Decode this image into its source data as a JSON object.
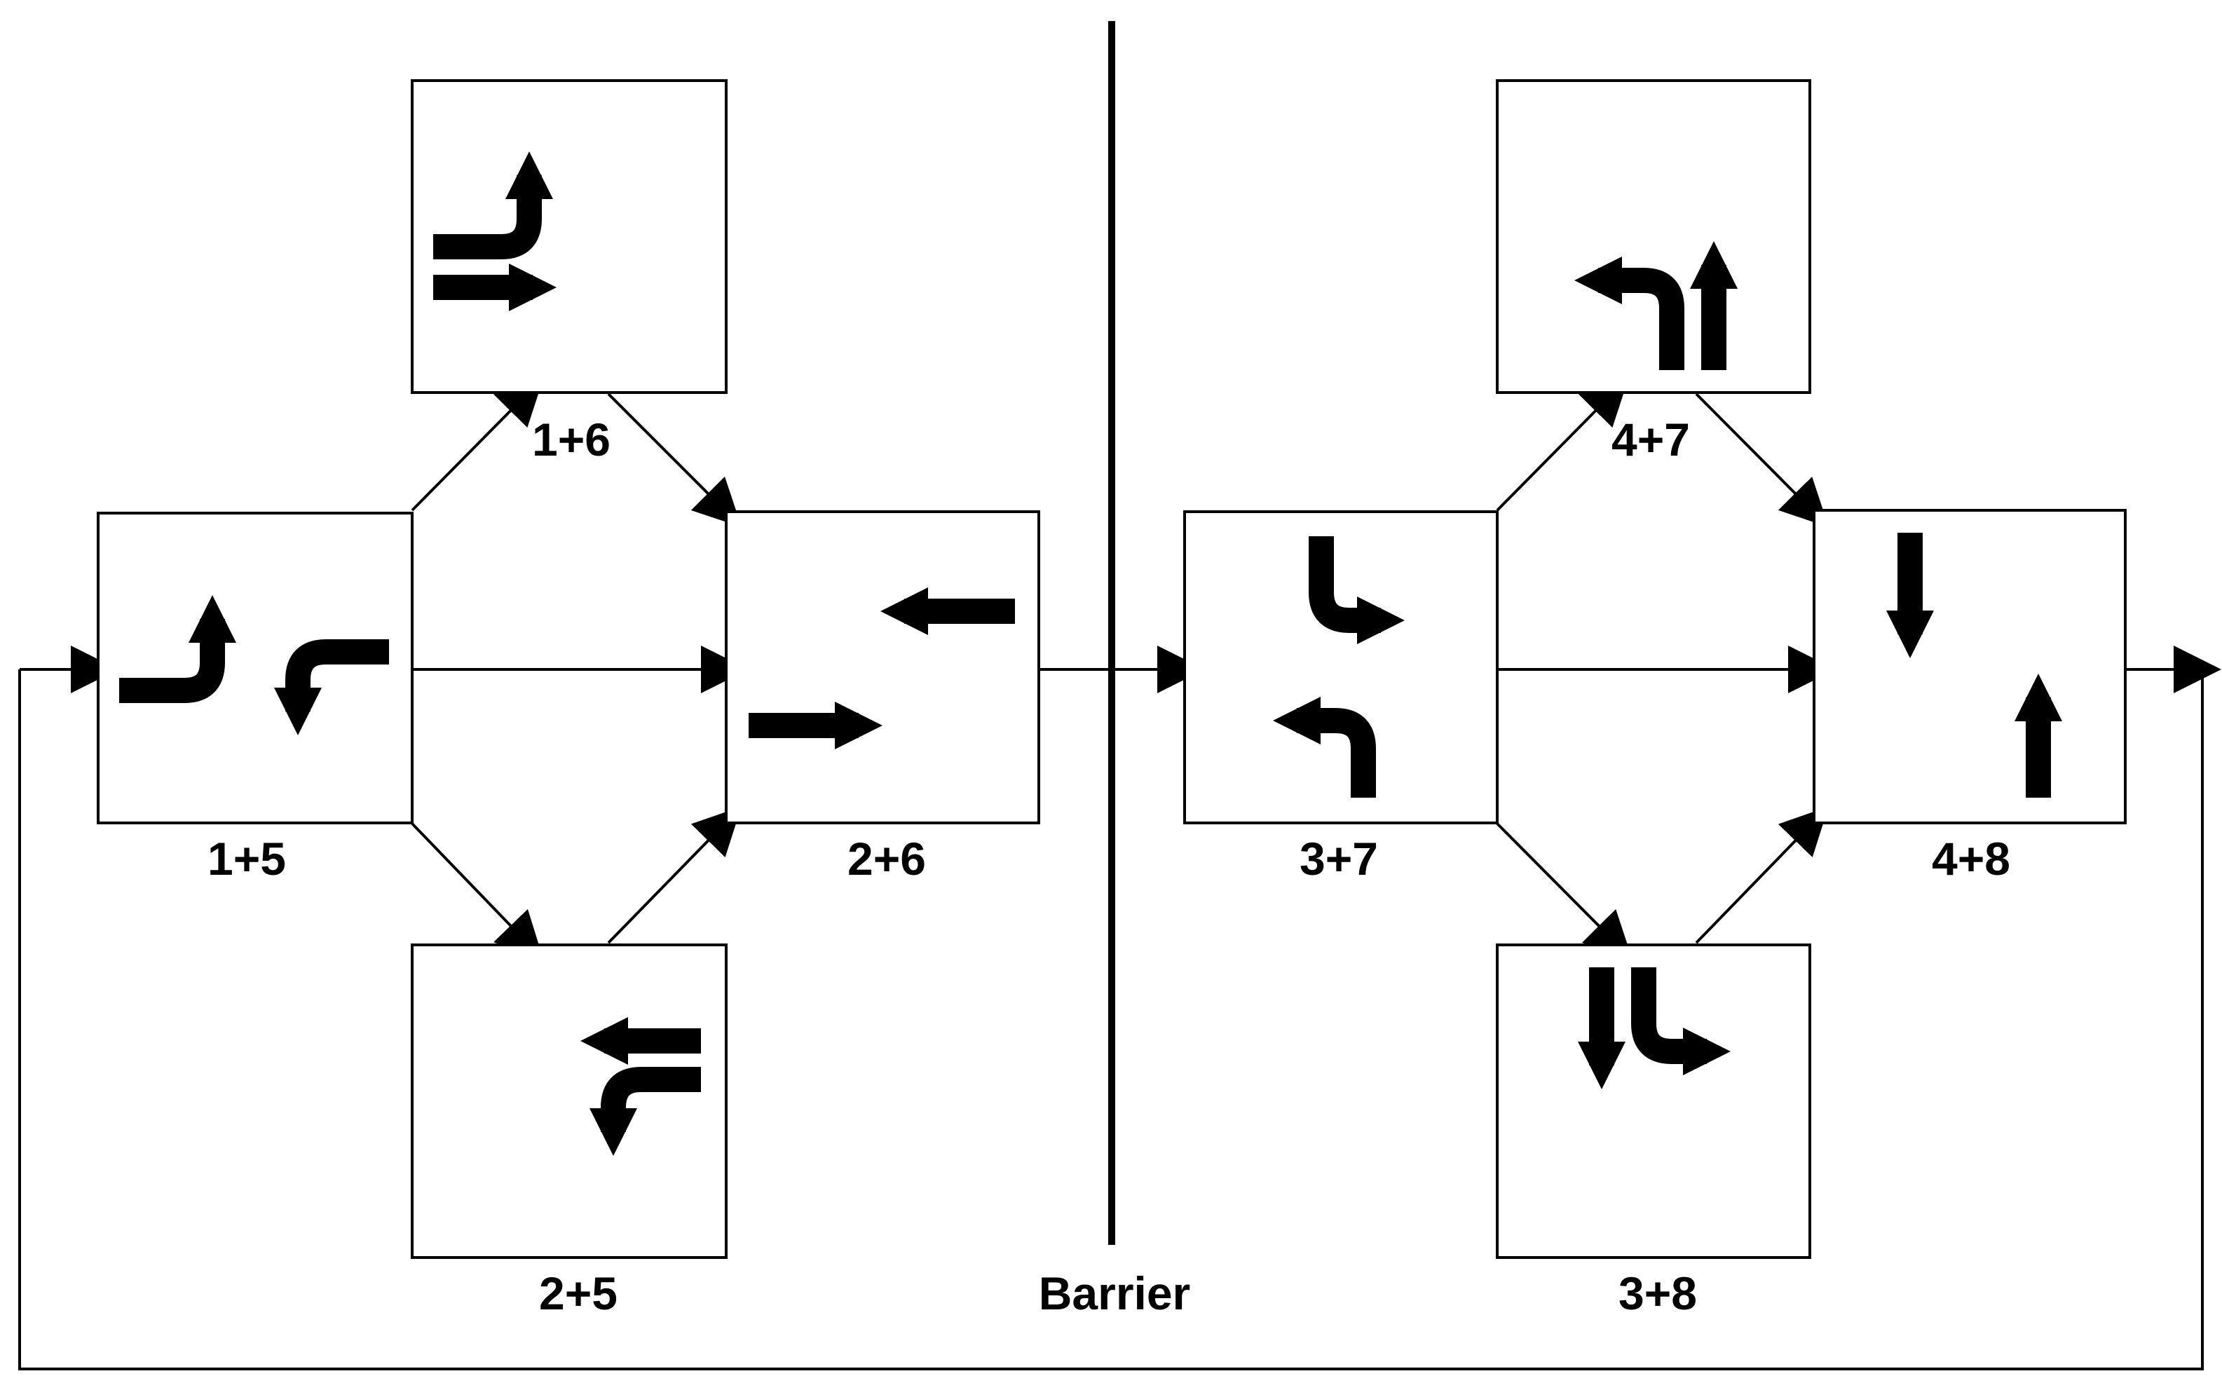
{
  "diagram": {
    "phases": {
      "p15": "1+5",
      "p16": "1+6",
      "p25": "2+5",
      "p26": "2+6",
      "p37": "3+7",
      "p47": "4+7",
      "p38": "3+8",
      "p48": "4+8"
    },
    "barrier_label": "Barrier"
  }
}
